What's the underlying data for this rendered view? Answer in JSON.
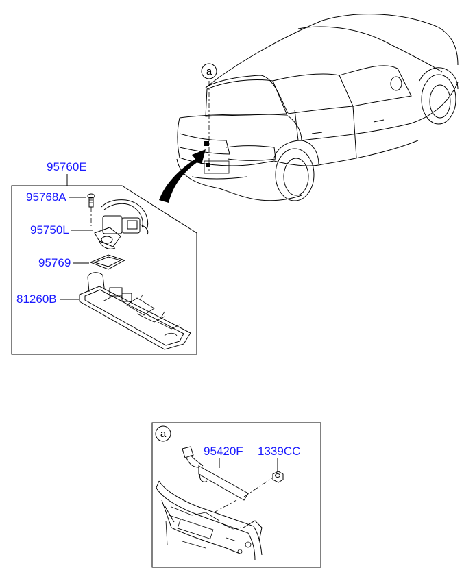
{
  "callout_letter": "a",
  "labels": {
    "assembly": "95760E",
    "screw": "95768A",
    "camera": "95750L",
    "gasket": "95769",
    "garnish": "81260B",
    "unit": "95420F",
    "nut": "1339CC"
  },
  "colors": {
    "label": "#1a1aff",
    "line": "#000000"
  }
}
